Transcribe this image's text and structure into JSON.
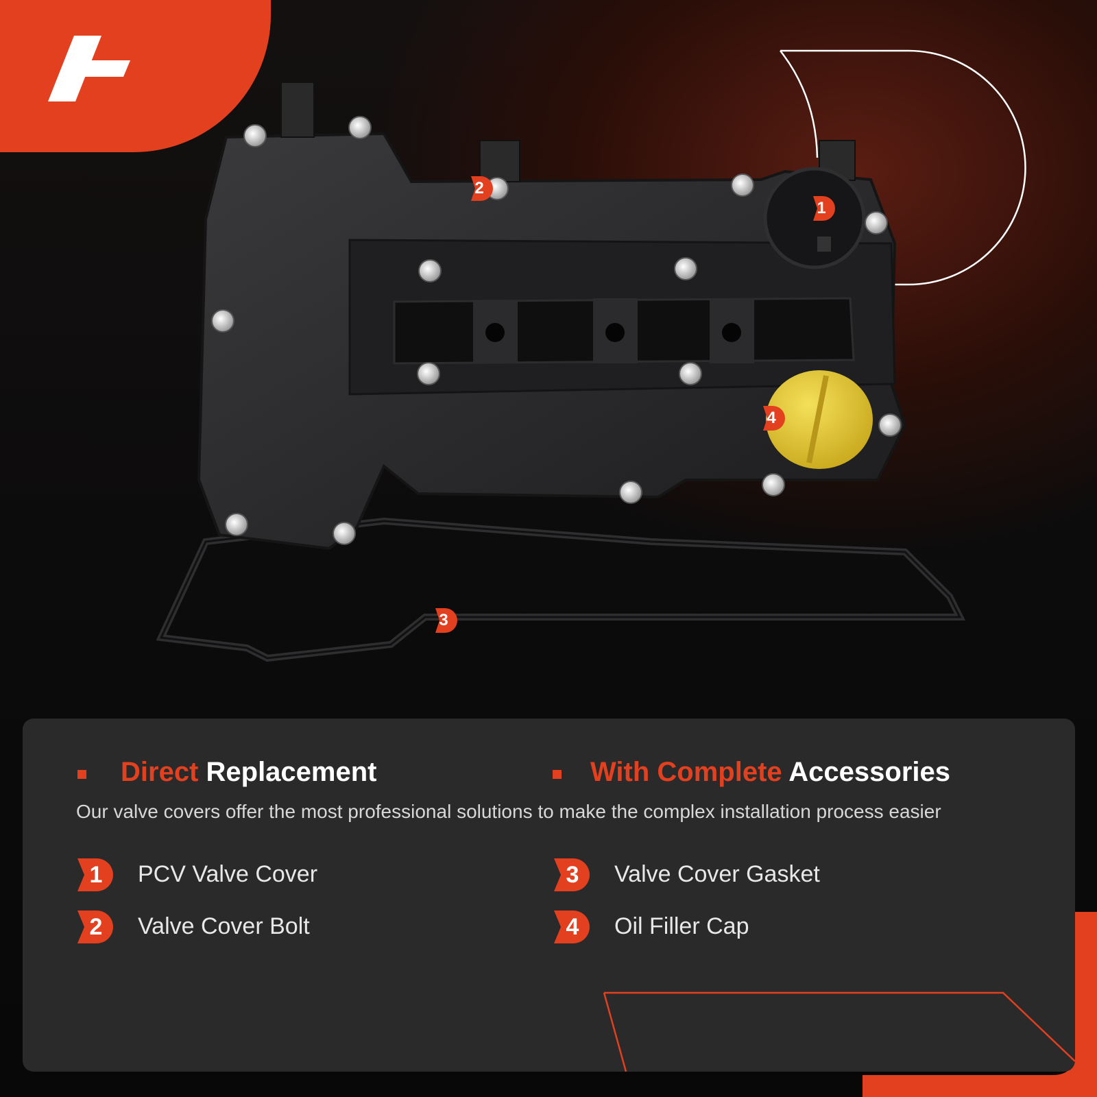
{
  "brand": {
    "accent_color": "#e2401f",
    "logo_icon": "a-premium-logo-icon"
  },
  "callouts": {
    "one": "1",
    "two": "2",
    "three": "3",
    "four": "4"
  },
  "features": {
    "left": {
      "accent": "Direct",
      "rest": " Replacement"
    },
    "right": {
      "accent": "With Complete",
      "rest": " Accessories"
    },
    "description": "Our valve covers offer the most professional solutions to make the complex  installation process easier"
  },
  "parts": [
    {
      "number": "1",
      "label": "PCV Valve Cover"
    },
    {
      "number": "2",
      "label": "Valve Cover Bolt"
    },
    {
      "number": "3",
      "label": "Valve Cover Gasket"
    },
    {
      "number": "4",
      "label": "Oil Filler Cap"
    }
  ]
}
